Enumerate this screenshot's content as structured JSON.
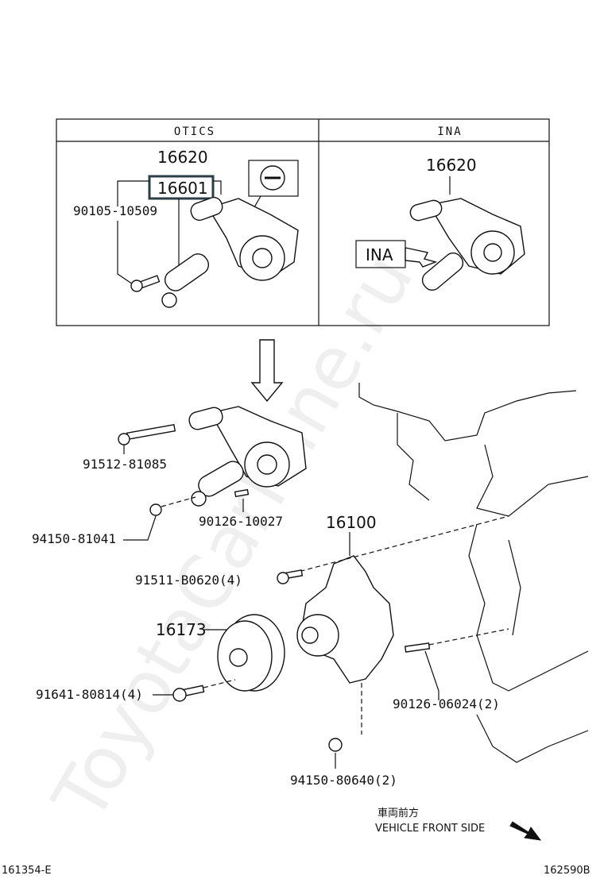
{
  "watermark": "ToyotaCarMine.ru",
  "panels": {
    "left_header": "OTICS",
    "right_header": "INA"
  },
  "labels": {
    "otics_assy": "16620",
    "otics_tensioner": "16601",
    "otics_bolt": "90105-10509",
    "ina_assy": "16620",
    "ina_callout": "INA",
    "bolt_91512": "91512-81085",
    "nut_94150_81041": "94150-81041",
    "stud_90126_10027": "90126-10027",
    "water_pump": "16100",
    "bolt_91511": "91511-B0620(4)",
    "pulley": "16173",
    "bolt_91641": "91641-80814(4)",
    "stud_90126_06024": "90126-06024(2)",
    "nut_94150_80640": "94150-80640(2)"
  },
  "direction": {
    "japanese": "車両前方",
    "english": "VEHICLE FRONT SIDE"
  },
  "footer": {
    "left_code": "161354-E",
    "right_code": "162590B"
  }
}
